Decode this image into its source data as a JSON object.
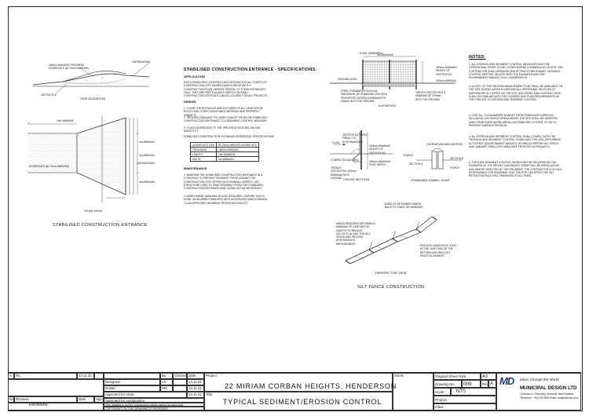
{
  "drawings": {
    "side_elevation": {
      "title": "SIDE ELEVATION",
      "labels": [
        "150mm MINIMUM THICKNESS AGGREGATE (50-75mm WASHED)",
        "CARRIAGEWAY",
        "GEOTEXTILE"
      ]
    },
    "plan_view": {
      "title": "PLAN VIEW",
      "labels": [
        "10m MINIMUM",
        "AGGREGATE (50-75mm WASHED)",
        "CARRIAGEWAY",
        "3m MINIMUM",
        "3m MINIMUM",
        "4m MINIMUM"
      ]
    },
    "caption": "STABILISED CONSTRUCTION ENTRANCE"
  },
  "specifications": {
    "title": "STABILISED CONSTRUCTION ENTRANCE - SPECIFICATIONS:",
    "application_heading": "APPLICATION",
    "application_text": "USE A STABILISED CONSTRUCTION ENTRANCE AT ALL POINTS OF CONSTRUCTION SITE INGRESS AND EGRESS WITH A CONSTRUCTION PLAN LIMITING TRAFFIC TO THESE ENTRANCES ONLY. THEY ARE PARTICULARLY USEFUL ON SMALL CONSTRUCTION SITES BUT CAN BE UTILISED FOR ALL PROJECTS.",
    "design_heading": "DESIGN",
    "design_items": [
      "1. CLEAR THE ENTRANCE AND EXIT AREA OF ALL VEGETATION, ROOTS AND OTHER UNSUITABLE MATERIAL AND PROPERLY GRADE IT.",
      "2. PROVIDE DRAINAGE TO CARRY RUNOFF FROM THE STABILISED CONSTRUCTION ENTRANCE TO A SEDIMENT CONTROL MEASURE.",
      "3. PLACE AGGREGATE TO THE SPECIFICATIONS BELOW AND SMOOTH IT."
    ],
    "table_title": "STABILISED CONSTRUCTION ENTRANCE AGGREGATE SPECIFICATIONS",
    "table": [
      [
        "AGGREGATE SIZE",
        "50-75mm WASHED AGGREGATE"
      ],
      [
        "THICKNESS",
        "150mm MINIMUM"
      ],
      [
        "LENGTH",
        "10m MINIMUM"
      ],
      [
        "WIDTH",
        "4m MINIMUM"
      ]
    ],
    "maintenance_heading": "MAINTENANCE",
    "maintenance_items": [
      "1. MAINTAIN THE STABILISED CONSTRUCTION ENTRANCE IN A CONDITION TO PREVENT SEDIMENT FROM LEAVING THE CONSTRUCTION SITE. AFTER EACH RAINFALL INSPECT ANY STRUCTURE USED TO TRAP SEDIMENT FROM THE STABILISED CONSTRUCTION ENTRANCE AND CLEAN OUT AS NECESSARY.",
      "2. WHEN WHEEL WASHING IS ALSO REQUIRED, ENSURE THIS IS DONE ON AN AREA STABILISED WITH AGGREGATE WHICH DRAINS TO AN APPROVED SEDIMENT RETENTION FACILITY."
    ]
  },
  "silt_fence": {
    "elevation_title": "ELEVATION",
    "cross_section_title": "CROSS SECTION",
    "fabric_joint_title": "STANDARD FABRIC JOINT",
    "perspective_title": "PERSPECTIVE VIEW",
    "caption": "SILT FENCE CONSTRUCTION",
    "elevation_labels": [
      "2m MAXIMUM",
      "GROUND LEVEL",
      "STEEL WAREMESH",
      "STEEL STANDARDS SUCH AS WARATAHS OR STANDARD WOODEN FENCEPOST DRIVEN A MINIMUM OF 400mm INTO THE GROUND",
      "400mm MINIMUM HEIGHT OF GEOTEXTILE",
      "200mm MINIMUM",
      "TRENCH GEOTEXTILE A MINIMUM OF 200mm INTO THE GROUND"
    ],
    "cross_labels": [
      "GEOTEXTILE FIXED FIRMLY TO POST/WARATAH",
      "FLOW",
      "COMPACTED BACKFILL",
      "TRENCH GEOTEXTILE 200mm MINIMUM INTO GROUND",
      "400mm MINIMUM HEIGHT OF GEOTEXTILE",
      "400mm MINIMUM POST DEPTH"
    ],
    "joint_labels": [
      "OVERLAP WOODEN BATTENS",
      "STAPLE",
      "SECTION A",
      "SECTION B",
      "STAPLE"
    ],
    "perspective_labels": [
      "ENDS OF RETURNED WINGS BACK TO STAKE OR WARATAH",
      "WINGS REQUIRED BETWEEN A MINIMUM OF 3 METRES IN LENGTH TO REDUCE VELOCITY ALONG THE SILT FENCE AND PROVIDE INTERMEDIATE IMPOUNDMENT",
      "PROVIDE LEAKPROOF JOINT AT THE JUNCTION OF THE RETURN AND MAIN SILT FENCE ALIGNMENT"
    ]
  },
  "notes": {
    "title": "NOTES:",
    "items": [
      "1. ALL EROSION AND SEDIMENT CONTROL MEASURES MUST BE OPERATIONAL PRIOR TO ANY OTHER WORKS COMMENCING ON SITE. THE CONTRACTOR SHALL ARRANGE AND ATTEND A PRELIMINARY SEDIMENT CONTROL MEETING ON-SITE WITH THE ENGINEER AND THE ENVIRONMENT WAIKATO SOIL CONSERVATOR.",
      "2. A COPY OF THE EROSION MANAGEMENT PLAN SHALL BE AVAILABLE ON THE SITE DURING WORK HOURS AND ALL PERSONNEL INVOLVED IN EARTHWORK ACTIVITIES ON THE SITE (INCLUDING SUB-CONTRACTORS) SHALL BE FAMILIAR WITH THE CONSENT AND PLAN REQUIREMENTS AS THEY RELATE TO EROSION AND SEDIMENT CONTROL.",
      "3. THAT ALL \"CLEANWATER\" RUNOFF FROM STABILISED SURFACES INCLUDING CATCHMENT AREAS ABOVE THE SITE SHALL BE DIVERTED AWAY FROM EARTHWORK AREAS VIA STABILISED SYSTEM, SO AS TO PREVENT SURFACE EROSION.",
      "4. ALL EROSION AND SEDIMENT CONTROL SHALL COMPLY WITH THE \"EROSION AND SEDIMENT CONTROL GUIDELINES FOR SOIL DISTURBING ACTIVITIES\" (ENVIRONMENT WAIKATO TECHNICAL REPORT NO. 2009/02 AND JANUARY 2009) (COPY AVAILABLE FROM EW ON REQUEST).",
      "5. FURTHER SEDIMENT CONTROL WORKS MAY BE REQUIRED BY THE ENGINEER AS THE PROJECT ADVANCES. THESE WILL BE INSTALLED AS AND WHERE DIRECTED BY THE ENGINEER. THE CONTRACTOR IS SOLELY RESPONSIBLE FOR ENSURING THAT THE SITE HAS EFFECTIVE SILT RETENTION FACILITIES OPERATING AT ALL TIMES."
    ]
  },
  "title_block": {
    "revision_row": [
      "A",
      "RC",
      "14.11.21"
    ],
    "rev_headers": [
      "No.",
      "Revision",
      "Date",
      "App."
    ],
    "revisions_label": "Revisions:",
    "by": "By",
    "checked": "Checked",
    "date": "Date",
    "designed": "Designed",
    "designed_by": "LS",
    "designed_date": "14.11.21",
    "drawn": "Drawn",
    "drawn_by": "HM",
    "drawn_date": "14.11.21",
    "approved_issue": "Approved for issue:",
    "approved_issue_date": "14.11.21",
    "approved_construction": "Approved for construction:",
    "disclaimer": "This drawing is not for construction unless signed as approved",
    "copyright": "COPYRIGHT ON THIS DRAWING IS RESERVED",
    "project_label": "Project:",
    "project": "22 MIRIAM CORBAN HEIGHTS, HENDERSON",
    "title_label": "Title:",
    "title": "TYPICAL SEDIMENT/EROSION CONTROL",
    "client_label": "Client:",
    "sheet_size_label": "Original Sheet Size",
    "sheet_size": "A3",
    "drawing_no_label": "Drawing No.",
    "drawing_no": "009",
    "rev_label": "Rev.",
    "rev": "A",
    "scale_label": "Scale :",
    "scale": "NTS",
    "project2_label": "Project:",
    "filed_label": "Filed:",
    "logo_text": "MD",
    "tagline": "Ideas Change the World",
    "company": "MUNICIPAL DESIGN LTD",
    "address": "16 Mona Ln, Ponsonby, Auckland, New Zealand",
    "contact": "Telephone : +64 476 5938  Email: contact@mdl.co.nz"
  }
}
